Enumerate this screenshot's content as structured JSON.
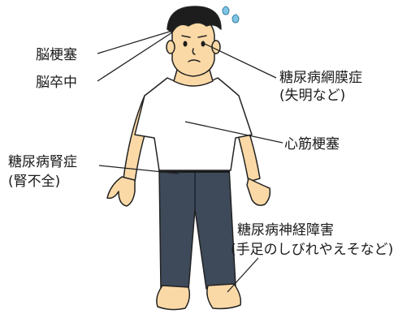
{
  "labels": {
    "cerebral_infarction": "脳梗塞",
    "stroke": "脳卒中",
    "retinopathy": "糖尿病網膜症",
    "retinopathy_note": "(失明など)",
    "myocardial_infarction": "心筋梗塞",
    "nephropathy": "糖尿病腎症",
    "nephropathy_note": "(腎不全)",
    "neuropathy": "糖尿病神経障害",
    "neuropathy_note": "(手足のしびれやえそなど)"
  },
  "colors": {
    "skin": "#fbd9a6",
    "shirt": "#ffffff",
    "pants": "#3e4a5a",
    "hair": "#1d1d1d",
    "line": "#222222",
    "sweat": "#7fc6e6"
  }
}
